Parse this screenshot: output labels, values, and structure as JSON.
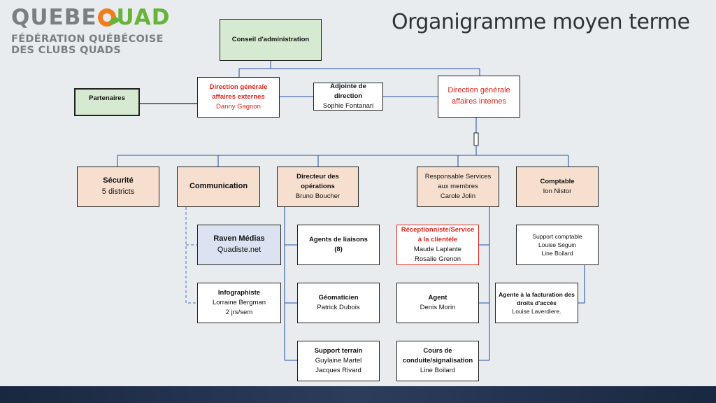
{
  "logo": {
    "word_part1": "QUEBE",
    "word_part2": "UAD",
    "sub_line1": "FÉDÉRATION QUÉBÉCOISE",
    "sub_line2": "DES CLUBS QUADS"
  },
  "page_title": "Organigramme moyen terme",
  "colors": {
    "line": "#4a6fb5",
    "red": "#e0251b",
    "green_fill": "#d5ead0",
    "peach_fill": "#f6dfce",
    "blue_fill": "#dbe3f2"
  },
  "org": {
    "conseil": {
      "title": "Conseil d'administration"
    },
    "partenaires": {
      "title": "Partenaires"
    },
    "dg_externes": {
      "title": "Direction générale affaires externes",
      "name": "Danny Gagnon"
    },
    "adjointe": {
      "title": "Adjointe de direction",
      "name": "Sophie Fontanari"
    },
    "dg_internes": {
      "title": "Direction générale affaires internes"
    },
    "securite": {
      "title": "Sécurité",
      "detail": "5 districts"
    },
    "communication": {
      "title": "Communication"
    },
    "directeur_ops": {
      "title": "Directeur des opérations",
      "name": "Bruno Boucher"
    },
    "responsable": {
      "title": "Responsable Services aux membres",
      "name": "Carole Jolin"
    },
    "comptable": {
      "title": "Comptable",
      "name": "Ion  Nistor"
    },
    "raven": {
      "title": "Raven Médias",
      "name": "Quadiste.net"
    },
    "infographiste": {
      "title": "Infographiste",
      "name": "Lorraine Bergman",
      "detail": "2 jrs/sem"
    },
    "agents_liaisons": {
      "title": "Agents de liaisons",
      "detail": "(8)"
    },
    "geomaticien": {
      "title": "Géomaticien",
      "name": "Patrick Dubois"
    },
    "support_terrain": {
      "title": "Support terrain",
      "name1": "Guylaine Martel",
      "name2": "Jacques Rivard"
    },
    "receptionniste": {
      "title": "Réceptionniste/Service à la clientèle",
      "name1": "Maude Laplante",
      "name2": "Rosalie Grenon"
    },
    "agent": {
      "title": "Agent",
      "name": "Denis Morin"
    },
    "cours": {
      "title": "Cours de conduite/signalisation",
      "name": "Line Boilard"
    },
    "support_comptable": {
      "title": "Support comptable",
      "name1": "Louise Séguin",
      "name2": "Line Boilard"
    },
    "facturation": {
      "title": "Agente à la facturation des droits d'accès",
      "name": "Louise Laverdiere."
    }
  }
}
